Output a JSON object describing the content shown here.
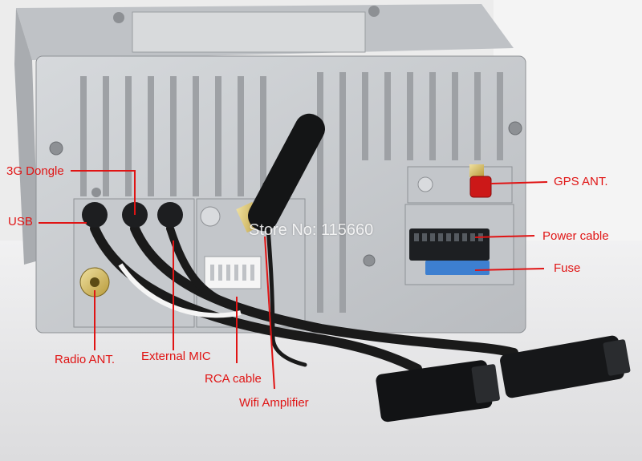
{
  "labels": {
    "dongle": "3G Dongle",
    "usb": "USB",
    "radio_ant": "Radio ANT.",
    "external_mic": "External MIC",
    "rca_cable": "RCA cable",
    "wifi_amplifier": "Wifi Amplifier",
    "gps_ant": "GPS ANT.",
    "power_cable": "Power cable",
    "fuse": "Fuse"
  },
  "watermark": "Store No: 115660",
  "colors": {
    "label_red": "#e01414",
    "chassis": "#c9ccd0",
    "cable": "#1a1a1a"
  }
}
